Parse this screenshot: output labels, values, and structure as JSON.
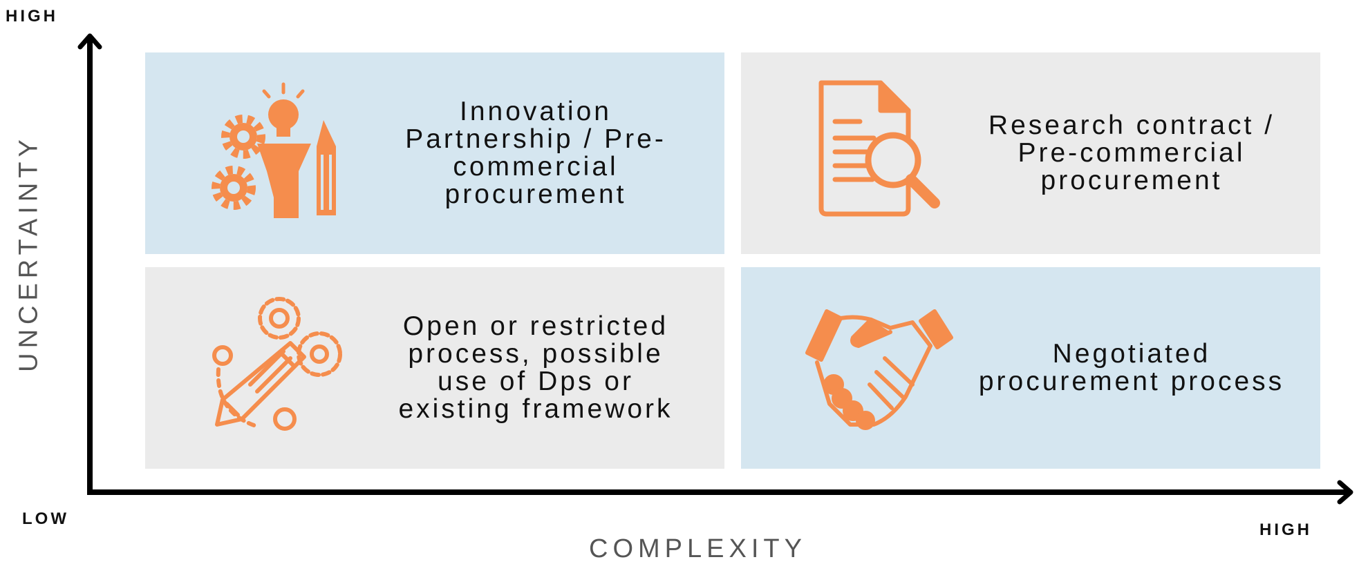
{
  "axes": {
    "y_high": "HIGH",
    "y_low": "LOW",
    "x_high": "HIGH",
    "y_title": "UNCERTAINTY",
    "x_title": "COMPLEXITY"
  },
  "quadrants": {
    "top_left": {
      "text": "Innovation Partnership / Pre-commercial procurement",
      "icon": "innovation-gears-bulb-icon"
    },
    "top_right": {
      "text": "Research contract / Pre-commercial procurement",
      "icon": "document-search-icon"
    },
    "bottom_left": {
      "text": "Open or restricted process, possible use of Dps or existing framework",
      "icon": "pencil-gears-icon"
    },
    "bottom_right": {
      "text": "Negotiated procurement process",
      "icon": "handshake-icon"
    }
  },
  "colors": {
    "accent": "#f58d4d",
    "quad_blue": "#d5e6f0",
    "quad_grey": "#ebebeb",
    "axis": "#000000"
  }
}
